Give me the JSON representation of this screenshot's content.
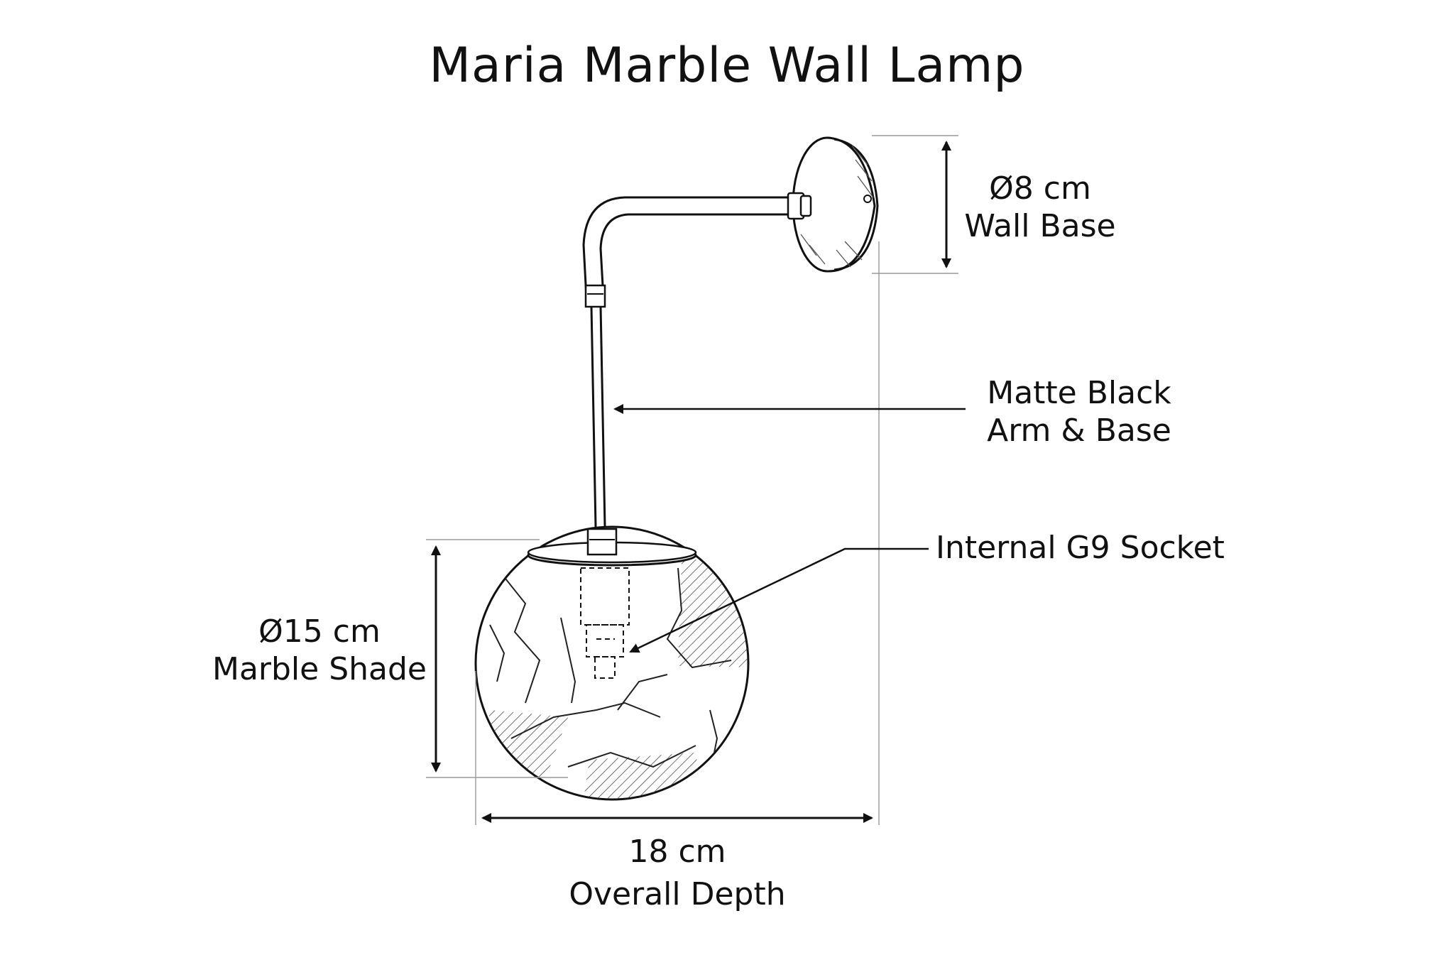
{
  "title": "Maria Marble Wall Lamp",
  "dimensions": {
    "wall_base": {
      "value": "Ø8 cm",
      "label": "Wall Base"
    },
    "shade": {
      "value": "Ø15 cm",
      "label": "Marble Shade"
    },
    "depth": {
      "value": "18 cm",
      "label": "Overall Depth"
    }
  },
  "callouts": {
    "arm": {
      "line1": "Matte Black",
      "line2": "Arm & Base"
    },
    "socket": {
      "text": "Internal G9 Socket"
    }
  },
  "colors": {
    "ink": "#111111",
    "background": "#ffffff",
    "guide": "#9a9a9a"
  }
}
